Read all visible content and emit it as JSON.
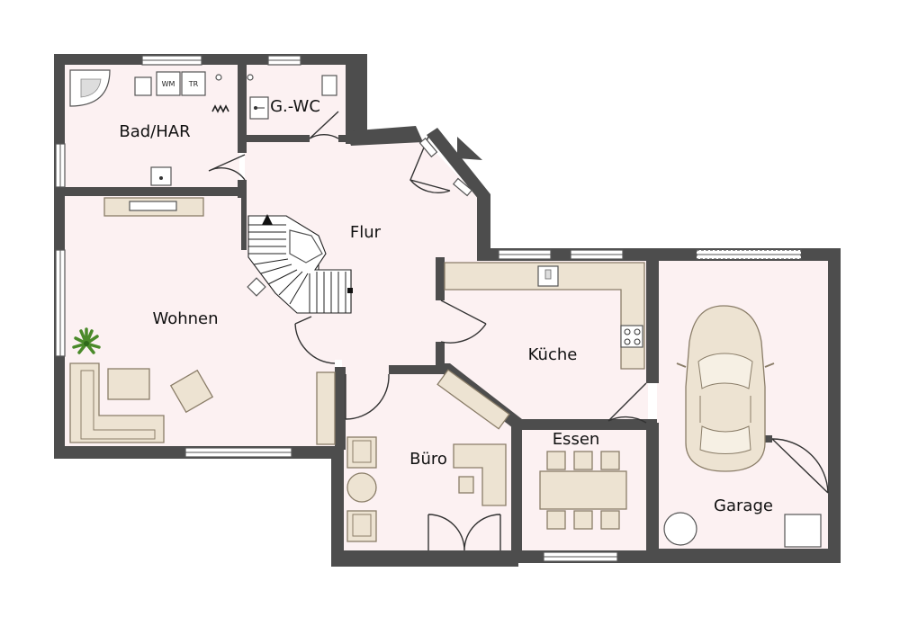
{
  "rooms": {
    "bad": "Bad/HAR",
    "gwc": "G.-WC",
    "flur": "Flur",
    "wohnen": "Wohnen",
    "kueche": "Küche",
    "buero": "Büro",
    "essen": "Essen",
    "garage": "Garage"
  },
  "appliances": {
    "washer": "WM",
    "dryer": "TR"
  },
  "colors": {
    "wall": "#4d4d4d",
    "floor": "#fcf1f2",
    "furniture": "#ede3d2",
    "plant": "#4a8a2a"
  }
}
